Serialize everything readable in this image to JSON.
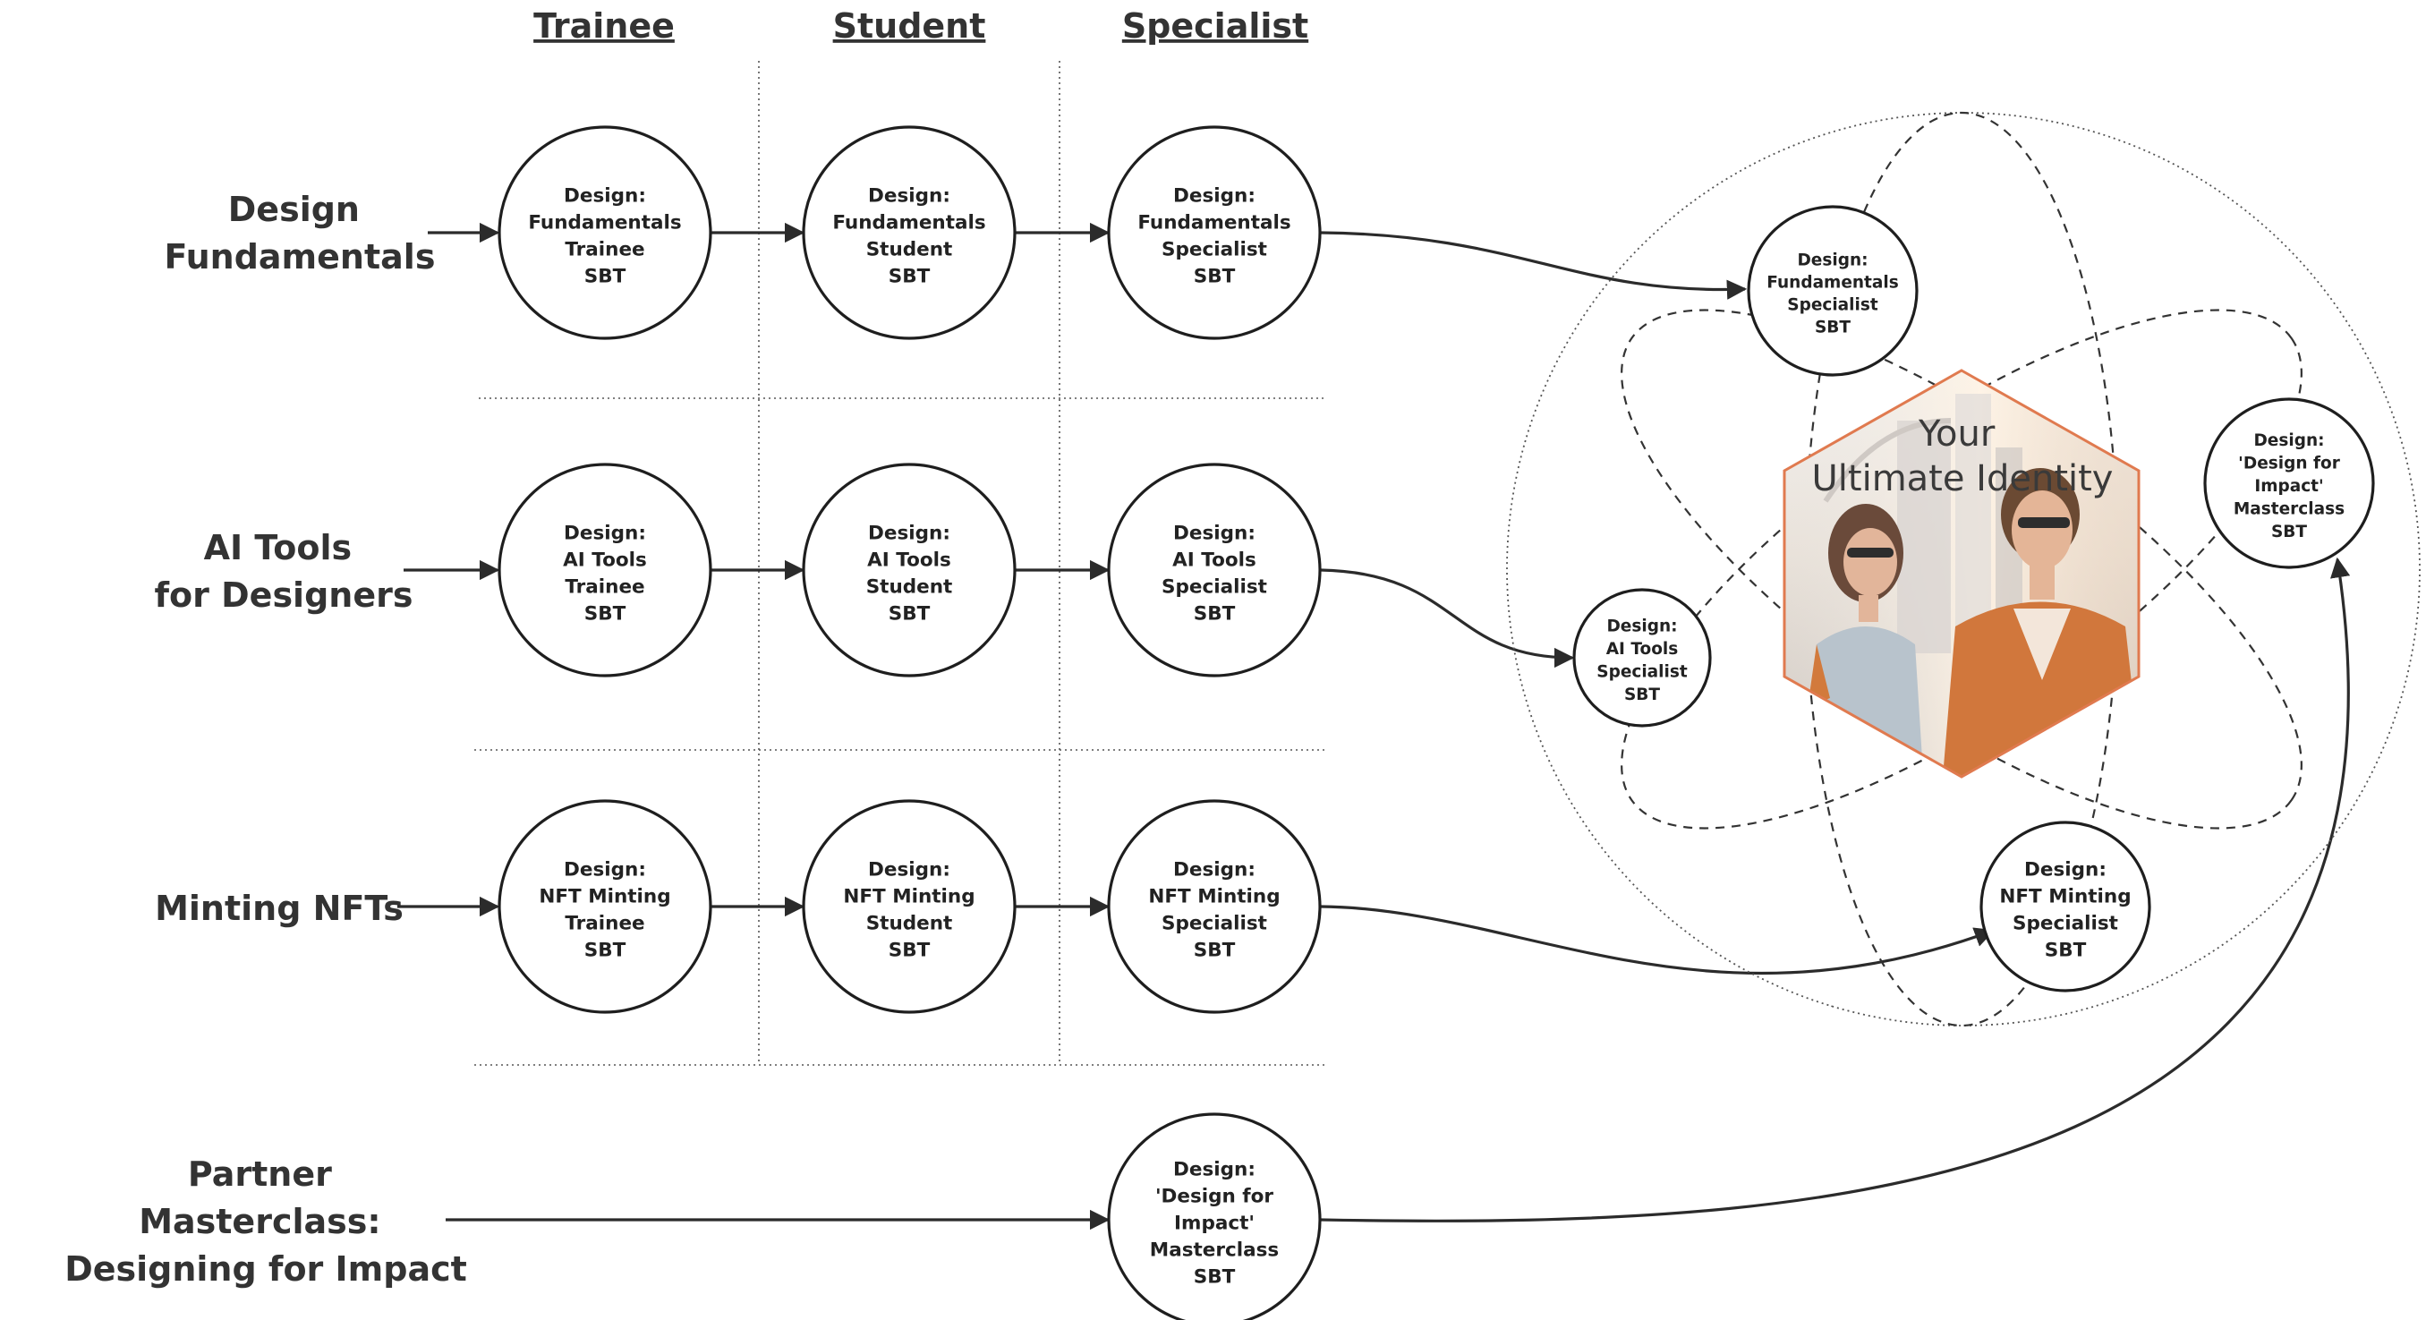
{
  "columns": [
    "Trainee",
    "Student",
    "Specialist"
  ],
  "rows": [
    {
      "label_lines": [
        "Design",
        "Fundamentals"
      ],
      "nodes": [
        [
          "Design:",
          "Fundamentals",
          "Trainee",
          "SBT"
        ],
        [
          "Design:",
          "Fundamentals",
          "Student",
          "SBT"
        ],
        [
          "Design:",
          "Fundamentals",
          "Specialist",
          "SBT"
        ]
      ]
    },
    {
      "label_lines": [
        "AI Tools",
        "for Designers"
      ],
      "nodes": [
        [
          "Design:",
          "AI Tools",
          "Trainee",
          "SBT"
        ],
        [
          "Design:",
          "AI Tools",
          "Student",
          "SBT"
        ],
        [
          "Design:",
          "AI Tools",
          "Specialist",
          "SBT"
        ]
      ]
    },
    {
      "label_lines": [
        "Minting NFTs"
      ],
      "nodes": [
        [
          "Design:",
          "NFT Minting",
          "Trainee",
          "SBT"
        ],
        [
          "Design:",
          "NFT Minting",
          "Student",
          "SBT"
        ],
        [
          "Design:",
          "NFT Minting",
          "Specialist",
          "SBT"
        ]
      ]
    }
  ],
  "partner": {
    "label_lines": [
      "Partner",
      "Masterclass:",
      "Designing for Impact"
    ],
    "node": [
      "Design:",
      "'Design for",
      "Impact'",
      "Masterclass",
      "SBT"
    ]
  },
  "identity": {
    "title_lines": [
      "Your",
      "Ultimate Identity"
    ],
    "orbit_nodes": [
      [
        "Design:",
        "Fundamentals",
        "Specialist",
        "SBT"
      ],
      [
        "Design:",
        "AI Tools",
        "Specialist",
        "SBT"
      ],
      [
        "Design:",
        "NFT Minting",
        "Specialist",
        "SBT"
      ],
      [
        "Design:",
        "'Design for",
        "Impact'",
        "Masterclass",
        "SBT"
      ]
    ],
    "hex_border_color": "#e07a4f"
  }
}
